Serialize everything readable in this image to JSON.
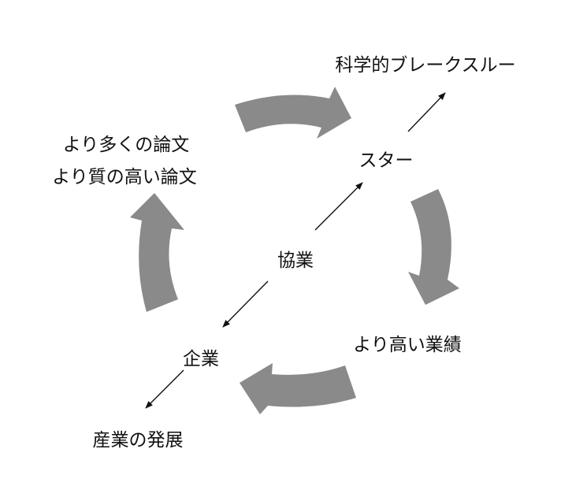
{
  "colors": {
    "cycle_arrow": "#8a8a8a",
    "line": "#111111",
    "text": "#111111"
  },
  "labels": {
    "breakthrough": "科学的ブレークスルー",
    "star": "スター",
    "collaboration": "協業",
    "higher_performance": "より高い業績",
    "company": "企業",
    "industry_development": "産業の発展",
    "more_papers": "より多くの論文",
    "better_papers": "より質の高い論文"
  }
}
